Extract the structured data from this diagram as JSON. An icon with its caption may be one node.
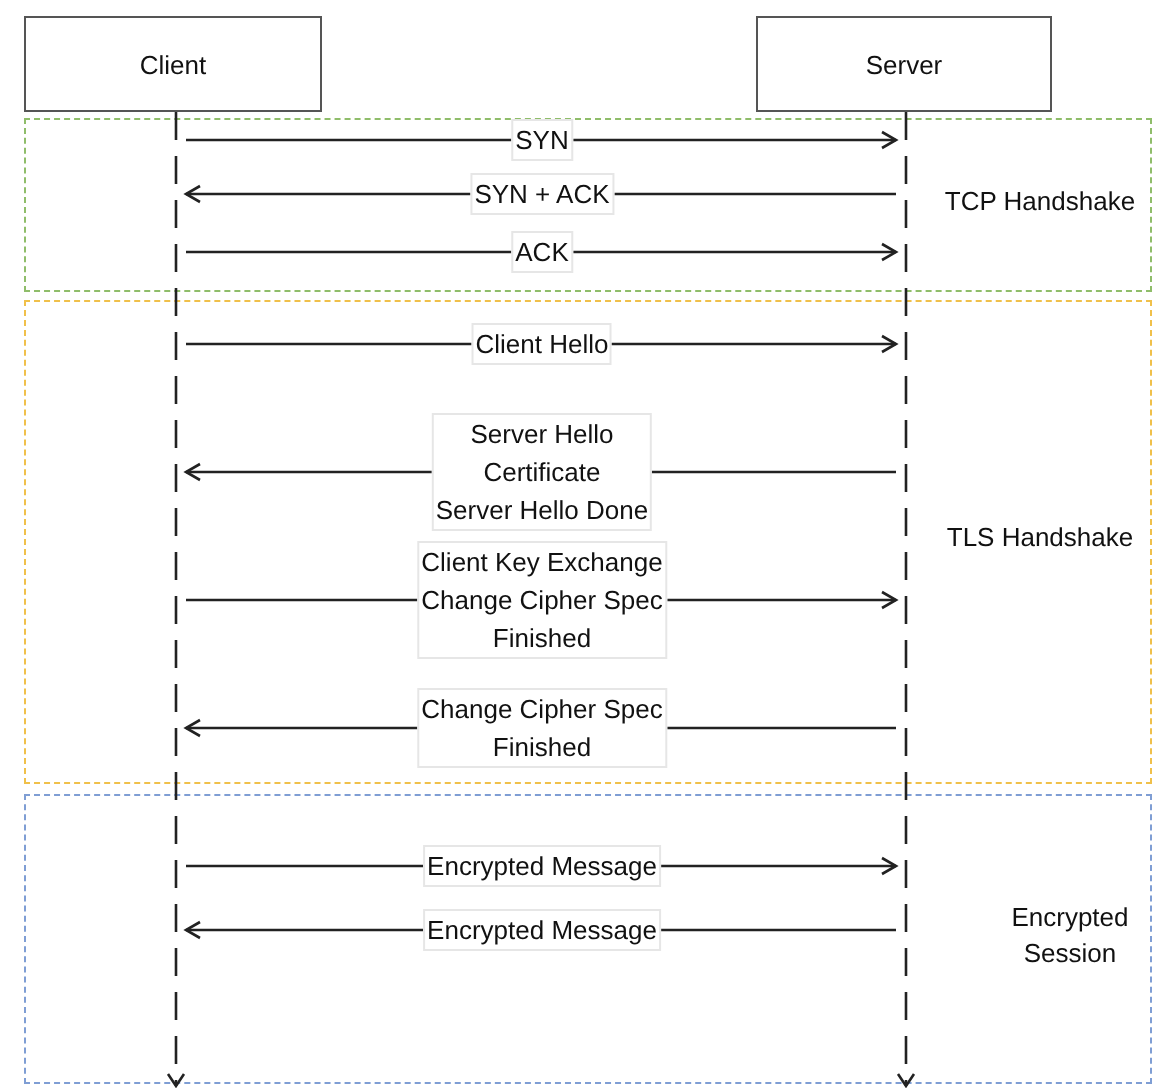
{
  "diagram": {
    "nodes": [
      {
        "text": [
          "Client"
        ]
      },
      {
        "text": [
          "Server"
        ]
      },
      {
        "text": [],
        "shape": "line"
      },
      {
        "text": [],
        "shape": "line"
      }
    ],
    "edges": [
      {
        "from": 2,
        "to": 3,
        "arrow": "to",
        "label": "SYN"
      },
      {
        "from": 3,
        "to": 2,
        "arrow": "to",
        "label": "SYN + ACK"
      },
      {
        "from": 2,
        "to": 3,
        "arrow": "to",
        "label": "ACK"
      },
      {
        "from": 2,
        "to": 3,
        "arrow": "to",
        "label": "Client Hello"
      },
      {
        "from": 3,
        "to": 2,
        "arrow": "to",
        "label": "Server Hello\nCertificate\nServer Hello Done"
      },
      {
        "from": 2,
        "to": 3,
        "arrow": "to",
        "label": "Client Key Exchange\nChange Cipher Spec\nFinished"
      },
      {
        "from": 3,
        "to": 2,
        "arrow": "to",
        "label": "Change Cipher Spec\nFinished"
      },
      {
        "from": 2,
        "to": 3,
        "arrow": "to",
        "label": "Encrypted Message"
      },
      {
        "from": 3,
        "to": 2,
        "arrow": "to",
        "label": "Encrypted Message"
      }
    ],
    "labels": [
      "TCP Handshake",
      "TLS Handshake",
      "Encrypted Session"
    ]
  }
}
